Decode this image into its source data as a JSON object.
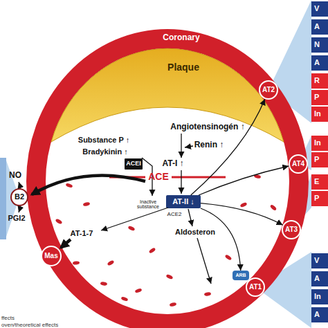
{
  "diagram": {
    "nodes": [
      {
        "text": [
          "Coronary"
        ]
      },
      {
        "text": [
          "Plaque"
        ],
        "in": 0
      },
      {
        "text": [
          "AT2"
        ],
        "in": 0
      },
      {
        "text": [
          "ACEI"
        ],
        "in": 0
      },
      {
        "text": [
          "AT4"
        ],
        "in": 0
      },
      {
        "text": [
          "B2"
        ]
      },
      {
        "text": [
          "AT-II ↓"
        ],
        "in": 0
      },
      {
        "text": [
          "AT3"
        ],
        "in": 0
      },
      {
        "text": [
          "ARB"
        ],
        "in": 0
      },
      {
        "text": [
          "Mas"
        ],
        "in": 0
      },
      {
        "text": [
          "AT1"
        ],
        "in": 0
      },
      {
        "text": [
          "V"
        ]
      },
      {
        "text": [
          "A"
        ]
      },
      {
        "text": [
          "N"
        ]
      },
      {
        "text": [
          "A"
        ]
      },
      {
        "text": [
          "R"
        ]
      },
      {
        "text": [
          "P"
        ]
      },
      {
        "text": [
          "In"
        ]
      },
      {
        "text": [
          "In"
        ]
      },
      {
        "text": [
          "P"
        ]
      },
      {
        "text": [
          "E"
        ]
      },
      {
        "text": [
          "P"
        ]
      },
      {
        "text": [
          "V"
        ]
      },
      {
        "text": [
          "A"
        ]
      },
      {
        "text": [
          "In"
        ]
      },
      {
        "text": [
          "A"
        ]
      }
    ],
    "edges": [
      {
        "from": 6,
        "to": 2,
        "arrow": "to"
      },
      {
        "from": 6,
        "to": 4,
        "arrow": "to"
      },
      {
        "from": 6,
        "to": 7,
        "arrow": "to"
      },
      {
        "from": 6,
        "to": 8,
        "arrow": "to"
      }
    ],
    "labels": [
      "Angiotensinogén ↑",
      "Renin ↑",
      "Substance P ↑",
      "Bradykinin ↑",
      "AT-I ↑",
      "ACE",
      "Inactive substance",
      "ACE2",
      "AT-1-7",
      "Aldosteron",
      "NO",
      "PGI2",
      "ffects",
      "oven/theoretical effects"
    ]
  }
}
